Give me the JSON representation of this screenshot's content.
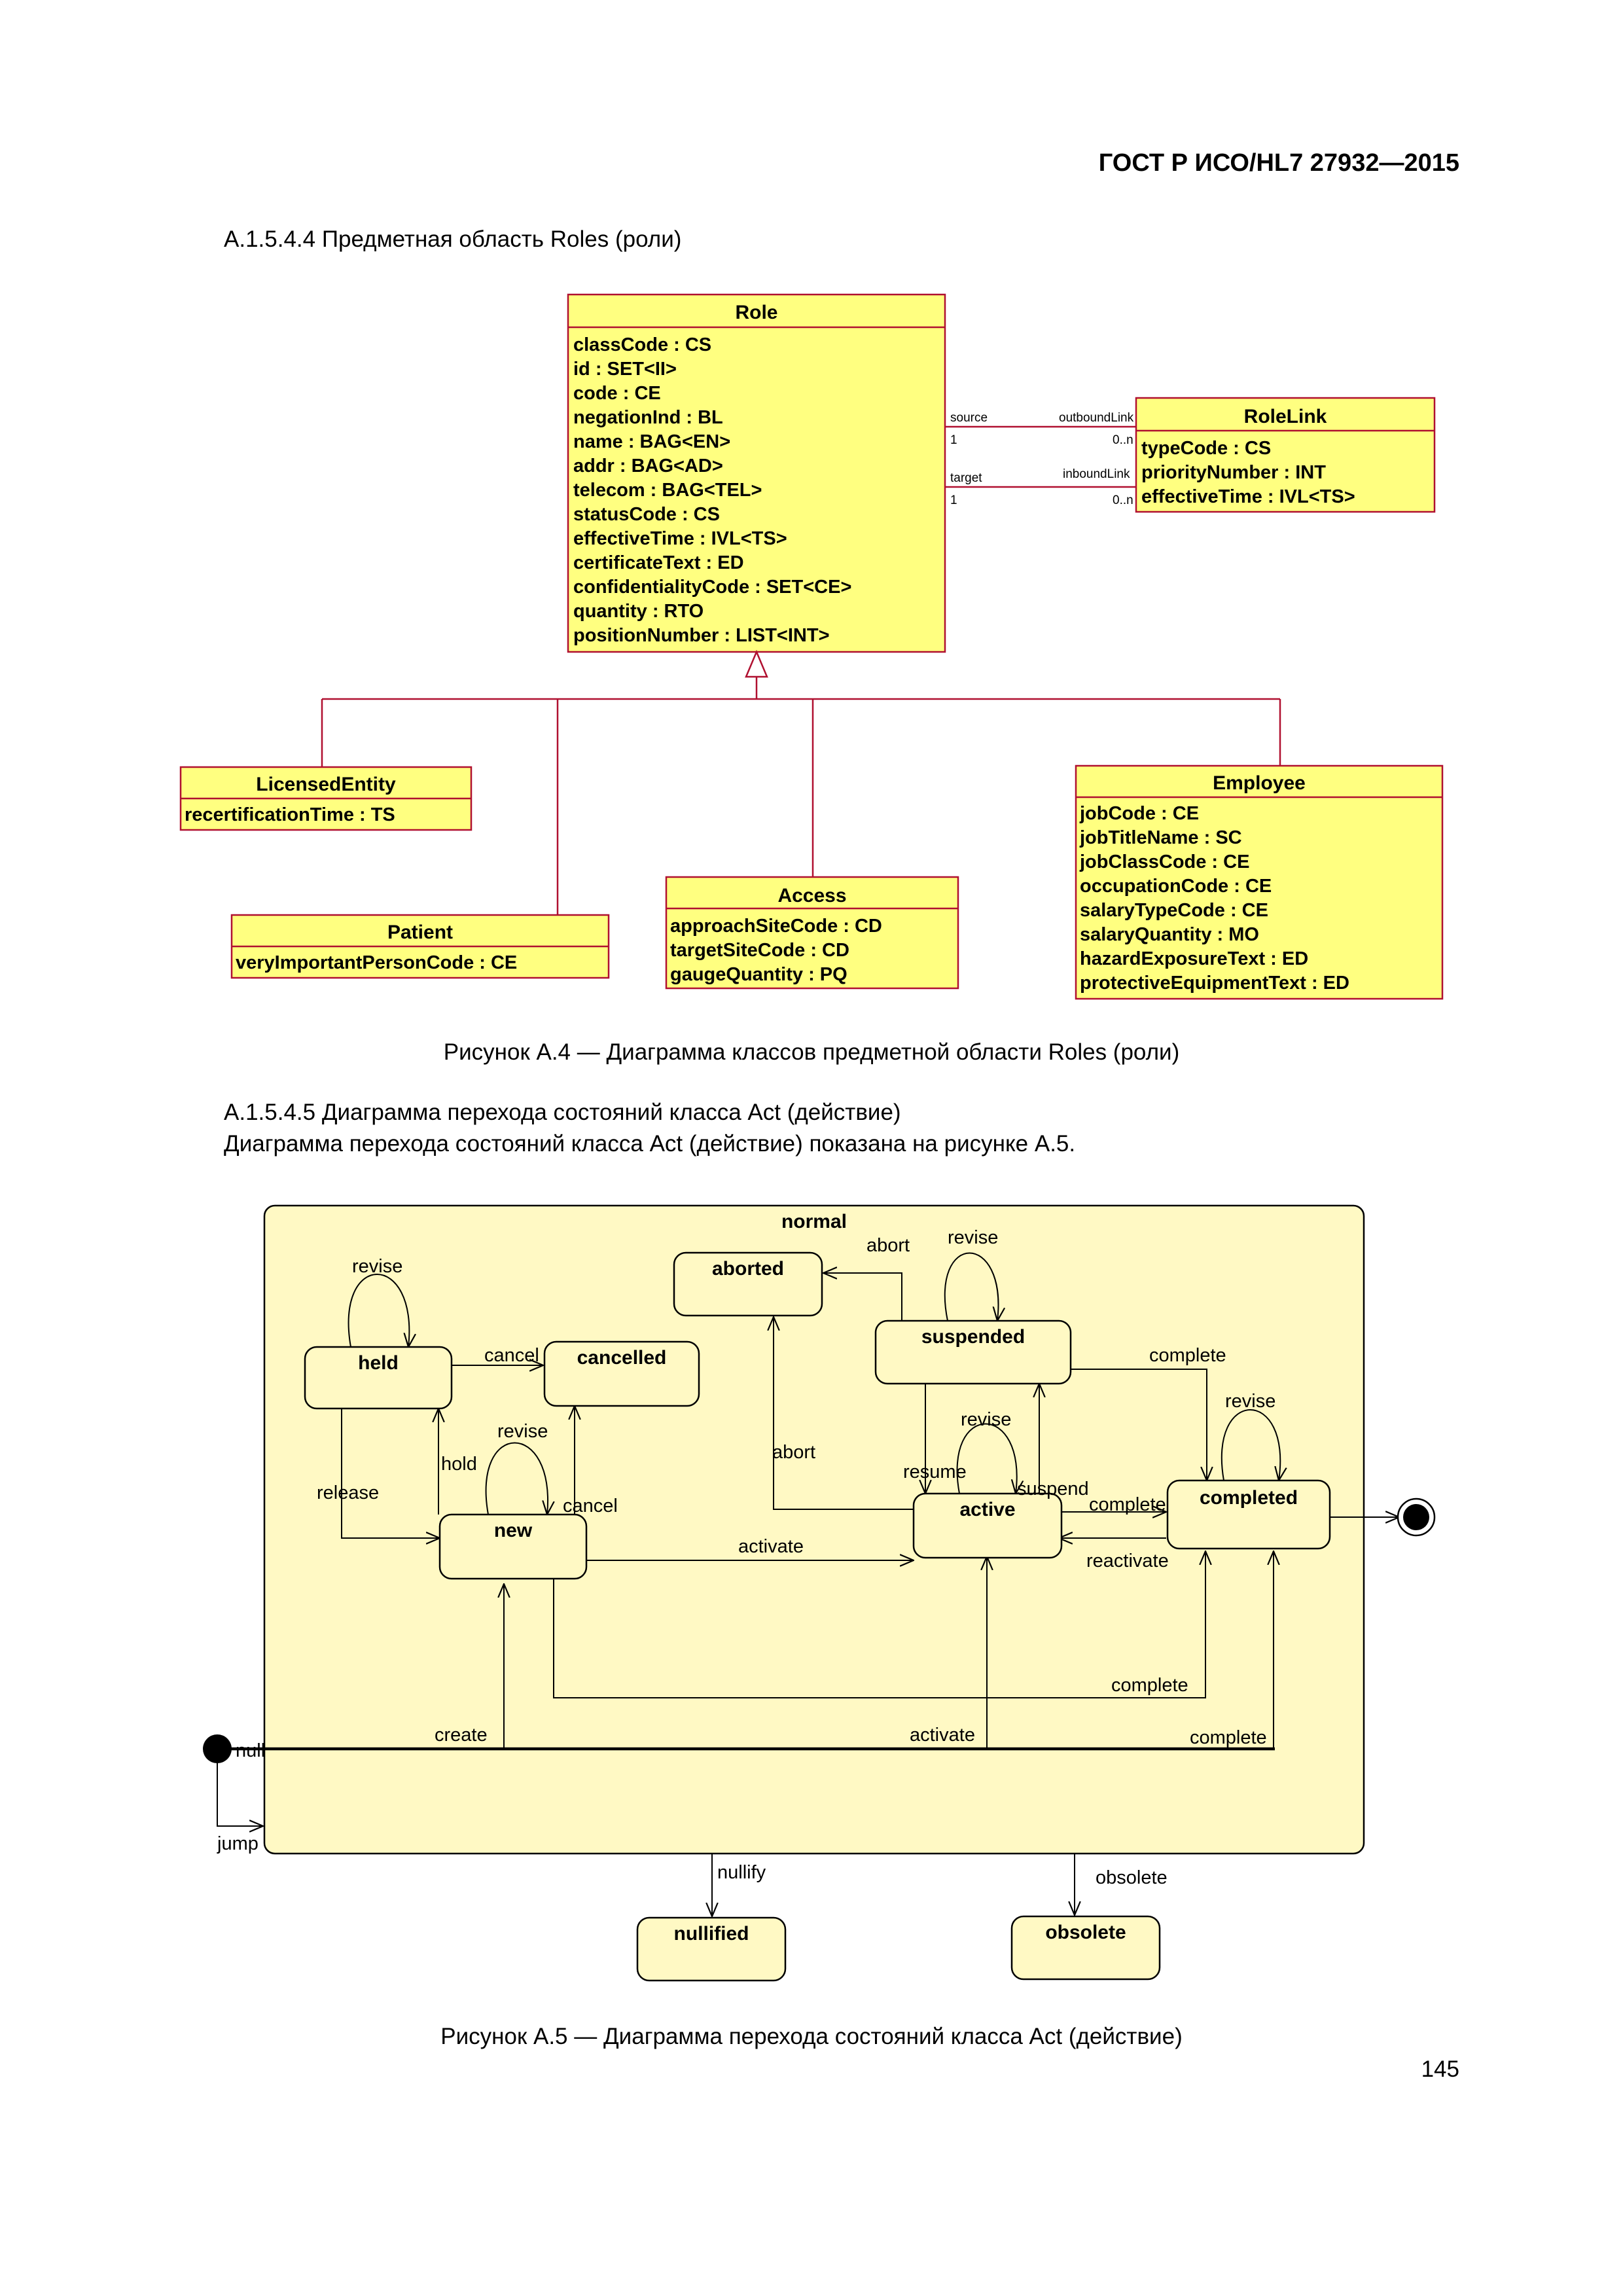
{
  "header": "ГОСТ Р ИСО/HL7 27932—2015",
  "section1_heading": "А.1.5.4.4 Предметная область Roles (роли)",
  "figure1": {
    "caption": "Рисунок А.4 — Диаграмма классов предметной области Roles (роли)",
    "classes": {
      "role": {
        "name": "Role",
        "attributes": [
          "classCode : CS",
          "id : SET<II>",
          "code : CE",
          "negationInd : BL",
          "name : BAG<EN>",
          "addr : BAG<AD>",
          "telecom : BAG<TEL>",
          "statusCode : CS",
          "effectiveTime : IVL<TS>",
          "certificateText : ED",
          "confidentialityCode : SET<CE>",
          "quantity : RTO",
          "positionNumber : LIST<INT>"
        ]
      },
      "rolelink": {
        "name": "RoleLink",
        "attributes": [
          "typeCode : CS",
          "priorityNumber : INT",
          "effectiveTime : IVL<TS>"
        ]
      },
      "licensed": {
        "name": "LicensedEntity",
        "attributes": [
          "recertificationTime : TS"
        ]
      },
      "patient": {
        "name": "Patient",
        "attributes": [
          "veryImportantPersonCode : CE"
        ]
      },
      "access": {
        "name": "Access",
        "attributes": [
          "approachSiteCode : CD",
          "targetSiteCode : CD",
          "gaugeQuantity : PQ"
        ]
      },
      "employee": {
        "name": "Employee",
        "attributes": [
          "jobCode : CE",
          "jobTitleName : SC",
          "jobClassCode : CE",
          "occupationCode : CE",
          "salaryTypeCode : CE",
          "salaryQuantity : MO",
          "hazardExposureText : ED",
          "protectiveEquipmentText : ED"
        ]
      }
    },
    "associations": {
      "source_role": "source",
      "source_mult": "1",
      "outbound_role": "outboundLink",
      "outbound_mult": "0..n",
      "target_role": "target",
      "target_mult": "1",
      "inbound_role": "inboundLink",
      "inbound_mult": "0..n"
    }
  },
  "section2_heading": "А.1.5.4.5 Диаграмма перехода состояний класса Act (действие)",
  "section2_text": "Диаграмма перехода состояний класса Act (действие) показана на рисунке А.5.",
  "figure2": {
    "caption": "Рисунок А.5 — Диаграмма перехода состояний класса Act (действие)",
    "superstate": "normal",
    "states": {
      "aborted": "aborted",
      "suspended": "suspended",
      "held": "held",
      "cancelled": "cancelled",
      "new": "new",
      "active": "active",
      "completed": "completed",
      "nullified": "nullified",
      "obsolete": "obsolete"
    },
    "initial_label": "null",
    "transitions": {
      "abort_top": "abort",
      "revise_suspended": "revise",
      "revise_held": "revise",
      "cancel_held": "cancel",
      "complete_suspended": "complete",
      "revise_completed": "revise",
      "revise_new": "revise",
      "revise_active": "revise",
      "hold": "hold",
      "release": "release",
      "cancel_new": "cancel",
      "abort_active": "abort",
      "resume": "resume",
      "suspend": "suspend",
      "complete_active": "complete",
      "activate_new": "activate",
      "reactivate": "reactivate",
      "complete_new": "complete",
      "create": "create",
      "activate_null": "activate",
      "complete_null": "complete",
      "jump": "jump",
      "nullify": "nullify",
      "obsolete_tr": "obsolete"
    }
  },
  "page_number": "145"
}
